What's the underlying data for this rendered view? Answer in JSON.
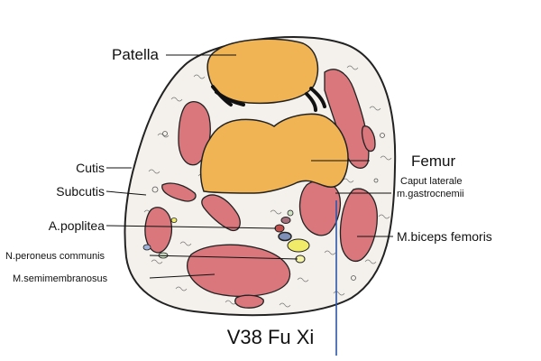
{
  "title": "V38 Fu Xi",
  "labels": {
    "patella": "Patella",
    "femur": "Femur",
    "cutis": "Cutis",
    "subcutis": "Subcutis",
    "caput_line1": "Caput laterale",
    "caput_line2": "m.gastrocnemii",
    "a_poplitea": "A.poplitea",
    "biceps": "M.biceps femoris",
    "n_peroneus": "N.peroneus communis",
    "semimembranosus": "M.semimembranosus"
  },
  "colors": {
    "bone": "#f0b454",
    "muscle": "#d9777c",
    "skin": "#f4f1ec",
    "needle": "#2c56a8",
    "artery": "#c0504d",
    "nerve": "#f0ec6a"
  }
}
